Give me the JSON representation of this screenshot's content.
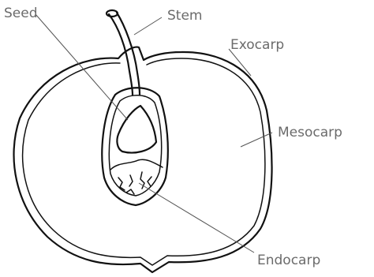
{
  "labels": {
    "seed": "Seed",
    "stem": "Stem",
    "exocarp": "Exocarp",
    "mesocarp": "Mesocarp",
    "endocarp": "Endocarp"
  },
  "colors": {
    "ink": "#111111",
    "label": "#6b6b6b",
    "background": "#ffffff"
  }
}
